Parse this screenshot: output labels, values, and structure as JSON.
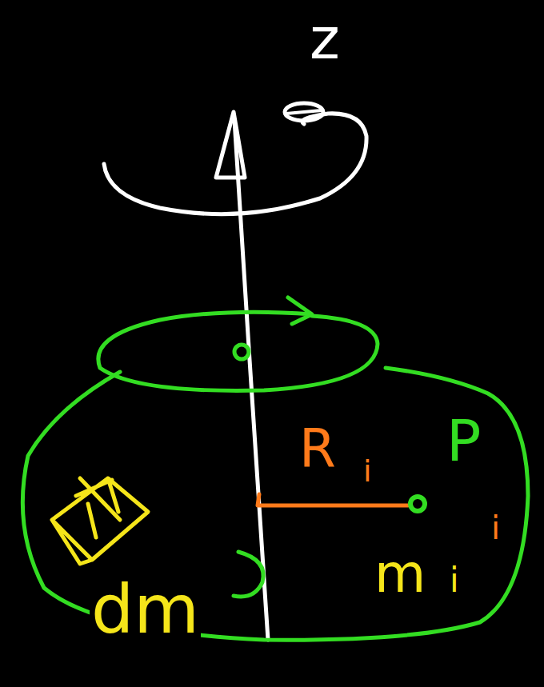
{
  "diagram": {
    "labels": [
      "z",
      "R",
      "i",
      "P",
      "i",
      "m",
      "i",
      "dm"
    ]
  }
}
